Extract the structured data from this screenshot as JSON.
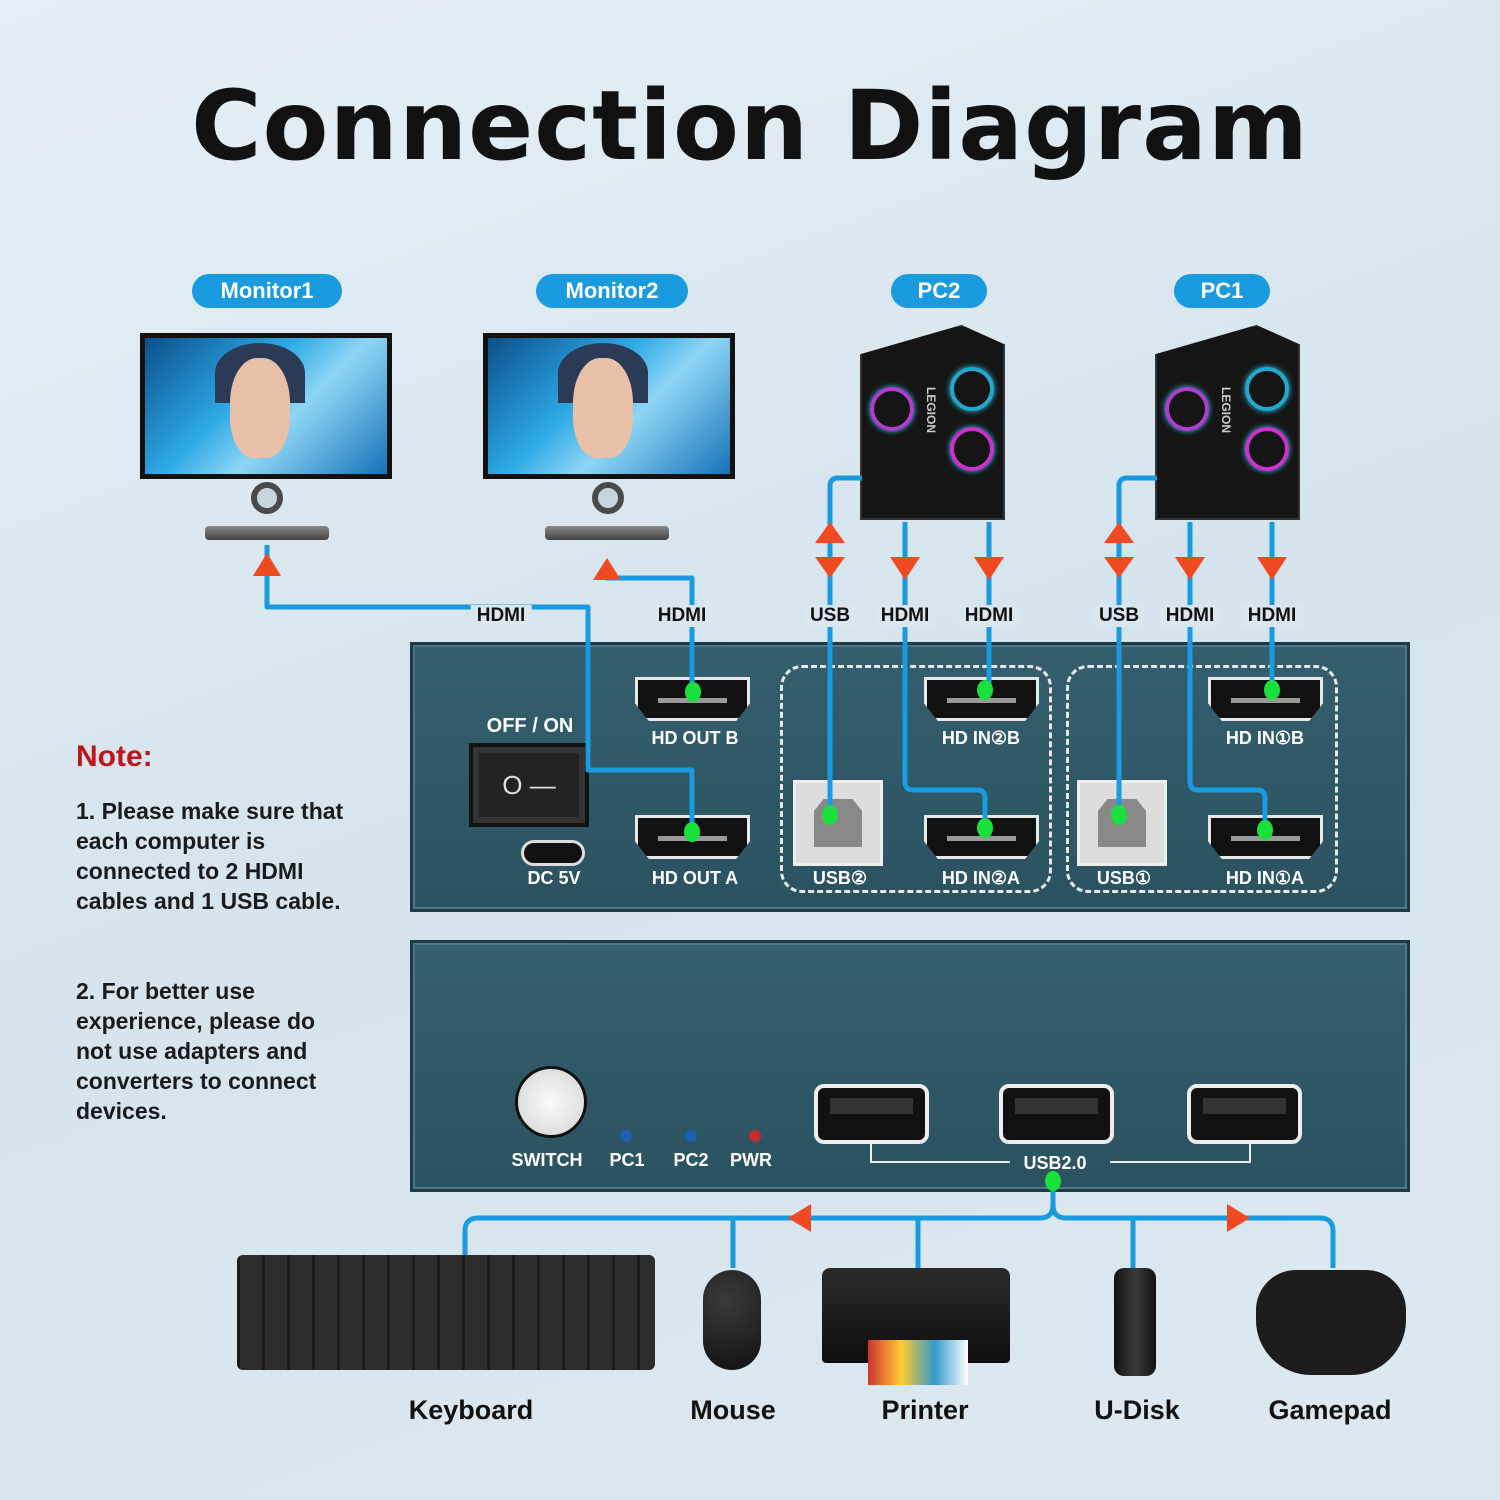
{
  "title": "Connection Diagram",
  "devices_top": {
    "monitor1": "Monitor1",
    "monitor2": "Monitor2",
    "pc2": "PC2",
    "pc1": "PC1",
    "tower_brand": "LEGION"
  },
  "cable_labels": [
    "HDMI",
    "HDMI",
    "USB",
    "HDMI",
    "HDMI",
    "USB",
    "HDMI",
    "HDMI"
  ],
  "back_panel": {
    "power_switch": "OFF / ON",
    "switch_glyph": "O  —",
    "dc": "DC 5V",
    "hd_out_b": "HD OUT B",
    "hd_out_a": "HD OUT A",
    "hd_in_2b": "HD IN②B",
    "hd_in_2a": "HD IN②A",
    "usb2": "USB②",
    "hd_in_1b": "HD IN①B",
    "hd_in_1a": "HD IN①A",
    "usb1": "USB①"
  },
  "front_panel": {
    "switch": "SWITCH",
    "led_pc1": "PC1",
    "led_pc2": "PC2",
    "led_pwr": "PWR",
    "usb": "USB2.0"
  },
  "note": {
    "title": "Note:",
    "item1": "1. Please make sure that each computer is connected to 2 HDMI cables and 1 USB cable.",
    "item2": "2. For better use experience, please do not use adapters and converters to connect devices."
  },
  "peripherals": {
    "keyboard": "Keyboard",
    "mouse": "Mouse",
    "printer": "Printer",
    "udisk": "U-Disk",
    "gamepad": "Gamepad"
  },
  "colors": {
    "cable": "#1a9be0",
    "arrow": "#f04a23",
    "panel": "#2f5866",
    "port_dot": "#19e03c",
    "note_title": "#c0161b"
  }
}
